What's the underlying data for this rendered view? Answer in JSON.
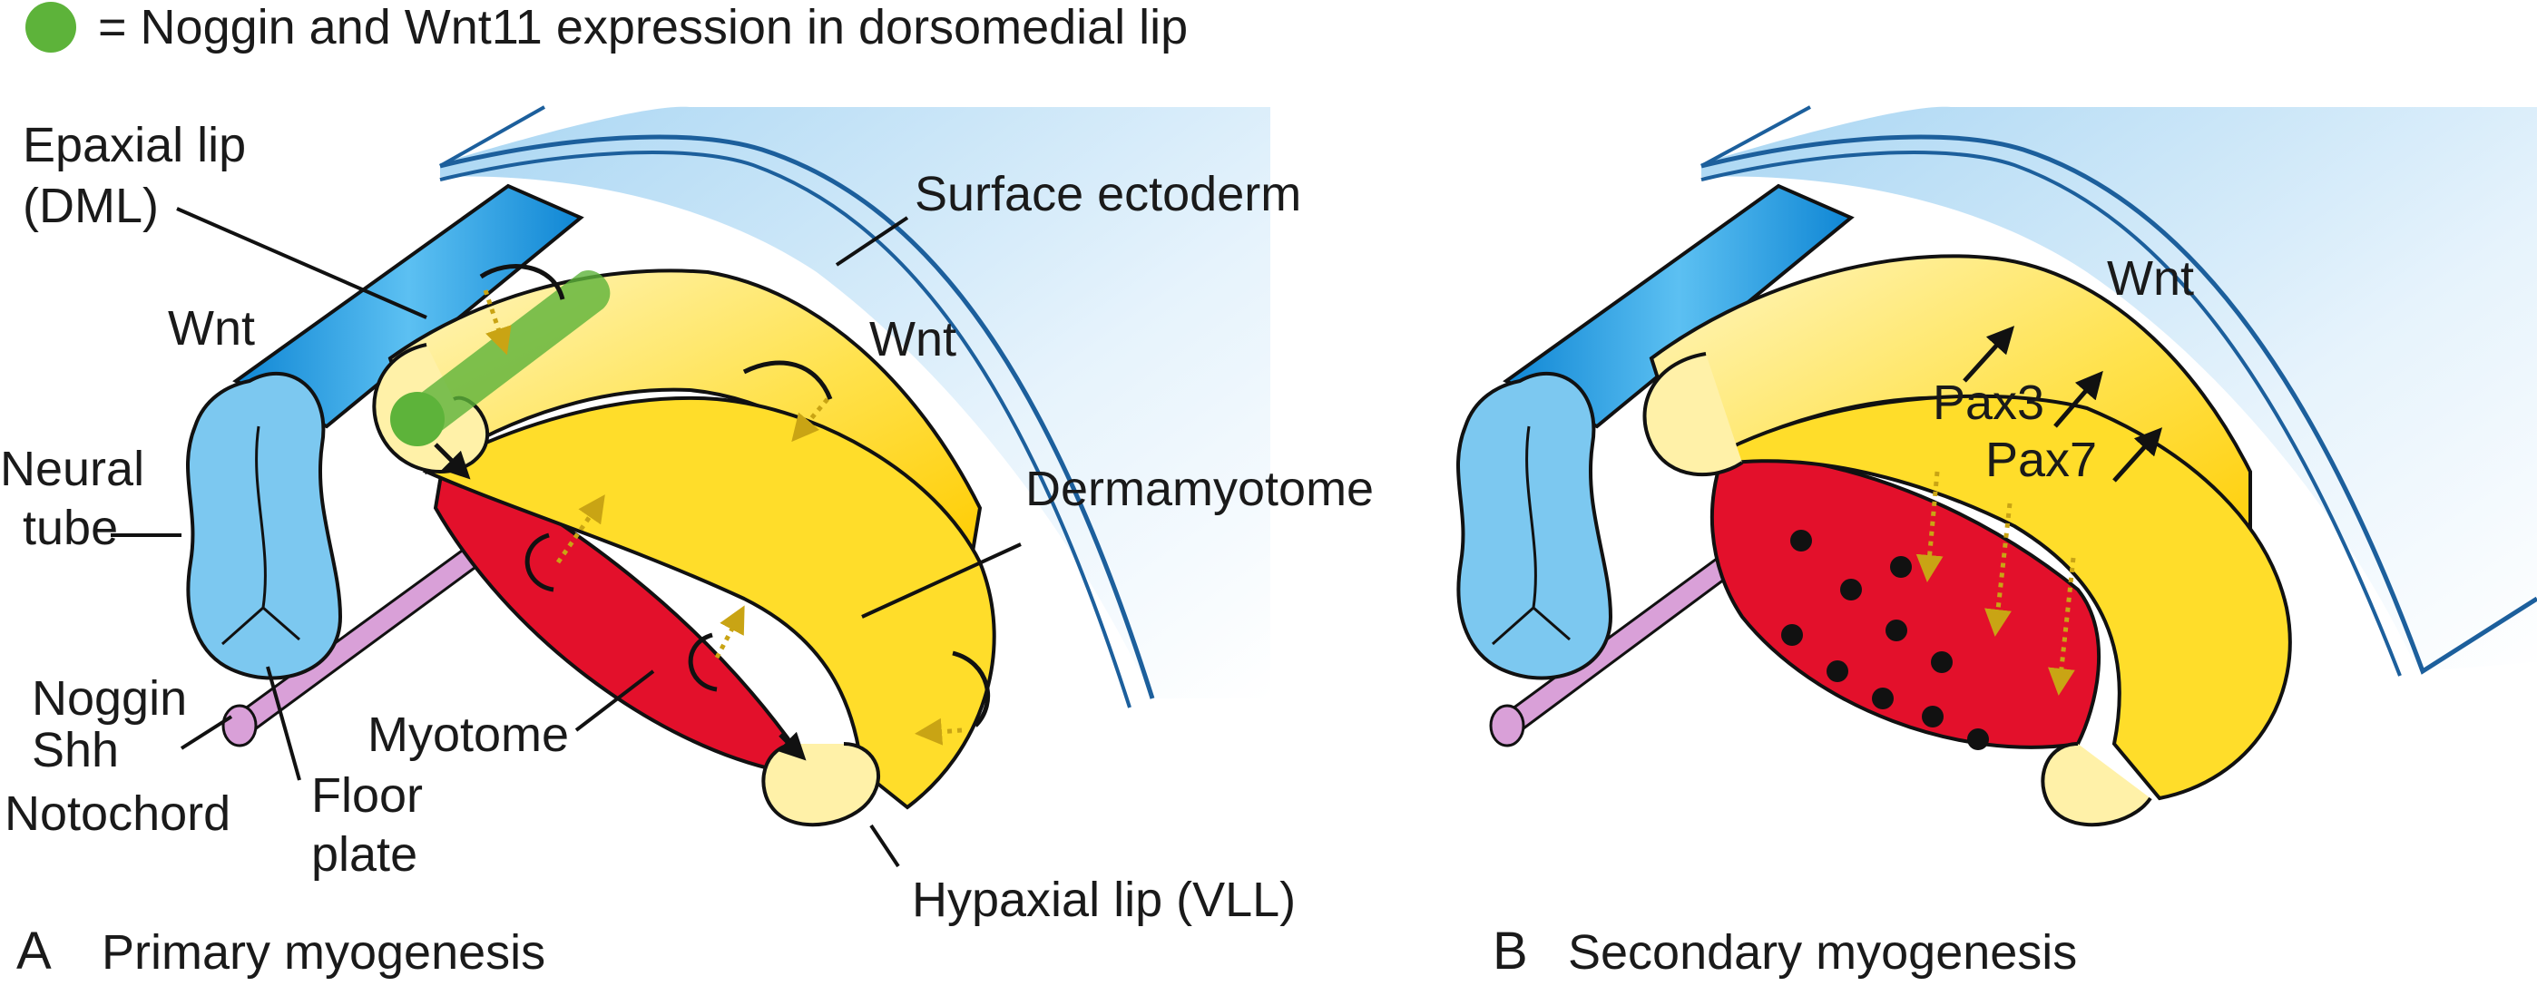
{
  "legend": {
    "text": "= Noggin and Wnt11 expression in dorsomedial lip",
    "dot_color": "#5db33a"
  },
  "panel_a": {
    "letter": "A",
    "caption": "Primary myogenesis",
    "labels": {
      "epaxial_1": "Epaxial lip",
      "epaxial_2": "(DML)",
      "surface_ectoderm": "Surface ectoderm",
      "wnt_left": "Wnt",
      "wnt_right": "Wnt",
      "neural_1": "Neural",
      "neural_2": "tube",
      "dermamyotome": "Dermamyotome",
      "noggin": "Noggin",
      "shh": "Shh",
      "notochord": "Notochord",
      "floor_1": "Floor",
      "floor_2": "plate",
      "myotome": "Myotome",
      "hypaxial": "Hypaxial lip (VLL)"
    }
  },
  "panel_b": {
    "letter": "B",
    "caption": "Secondary myogenesis",
    "labels": {
      "wnt": "Wnt",
      "pax3": "Pax3",
      "pax7": "Pax7"
    }
  },
  "colors": {
    "neural_tube": "#7cc8f0",
    "neural_tube_dark": "#1a8fd8",
    "ectoderm": "#cfe7f7",
    "dermamyotome_light": "#fff1a8",
    "dermamyotome": "#ffd400",
    "myotome": "#e3102b",
    "notochord": "#d9a0d8",
    "dotted_arrow": "#c9a414"
  }
}
